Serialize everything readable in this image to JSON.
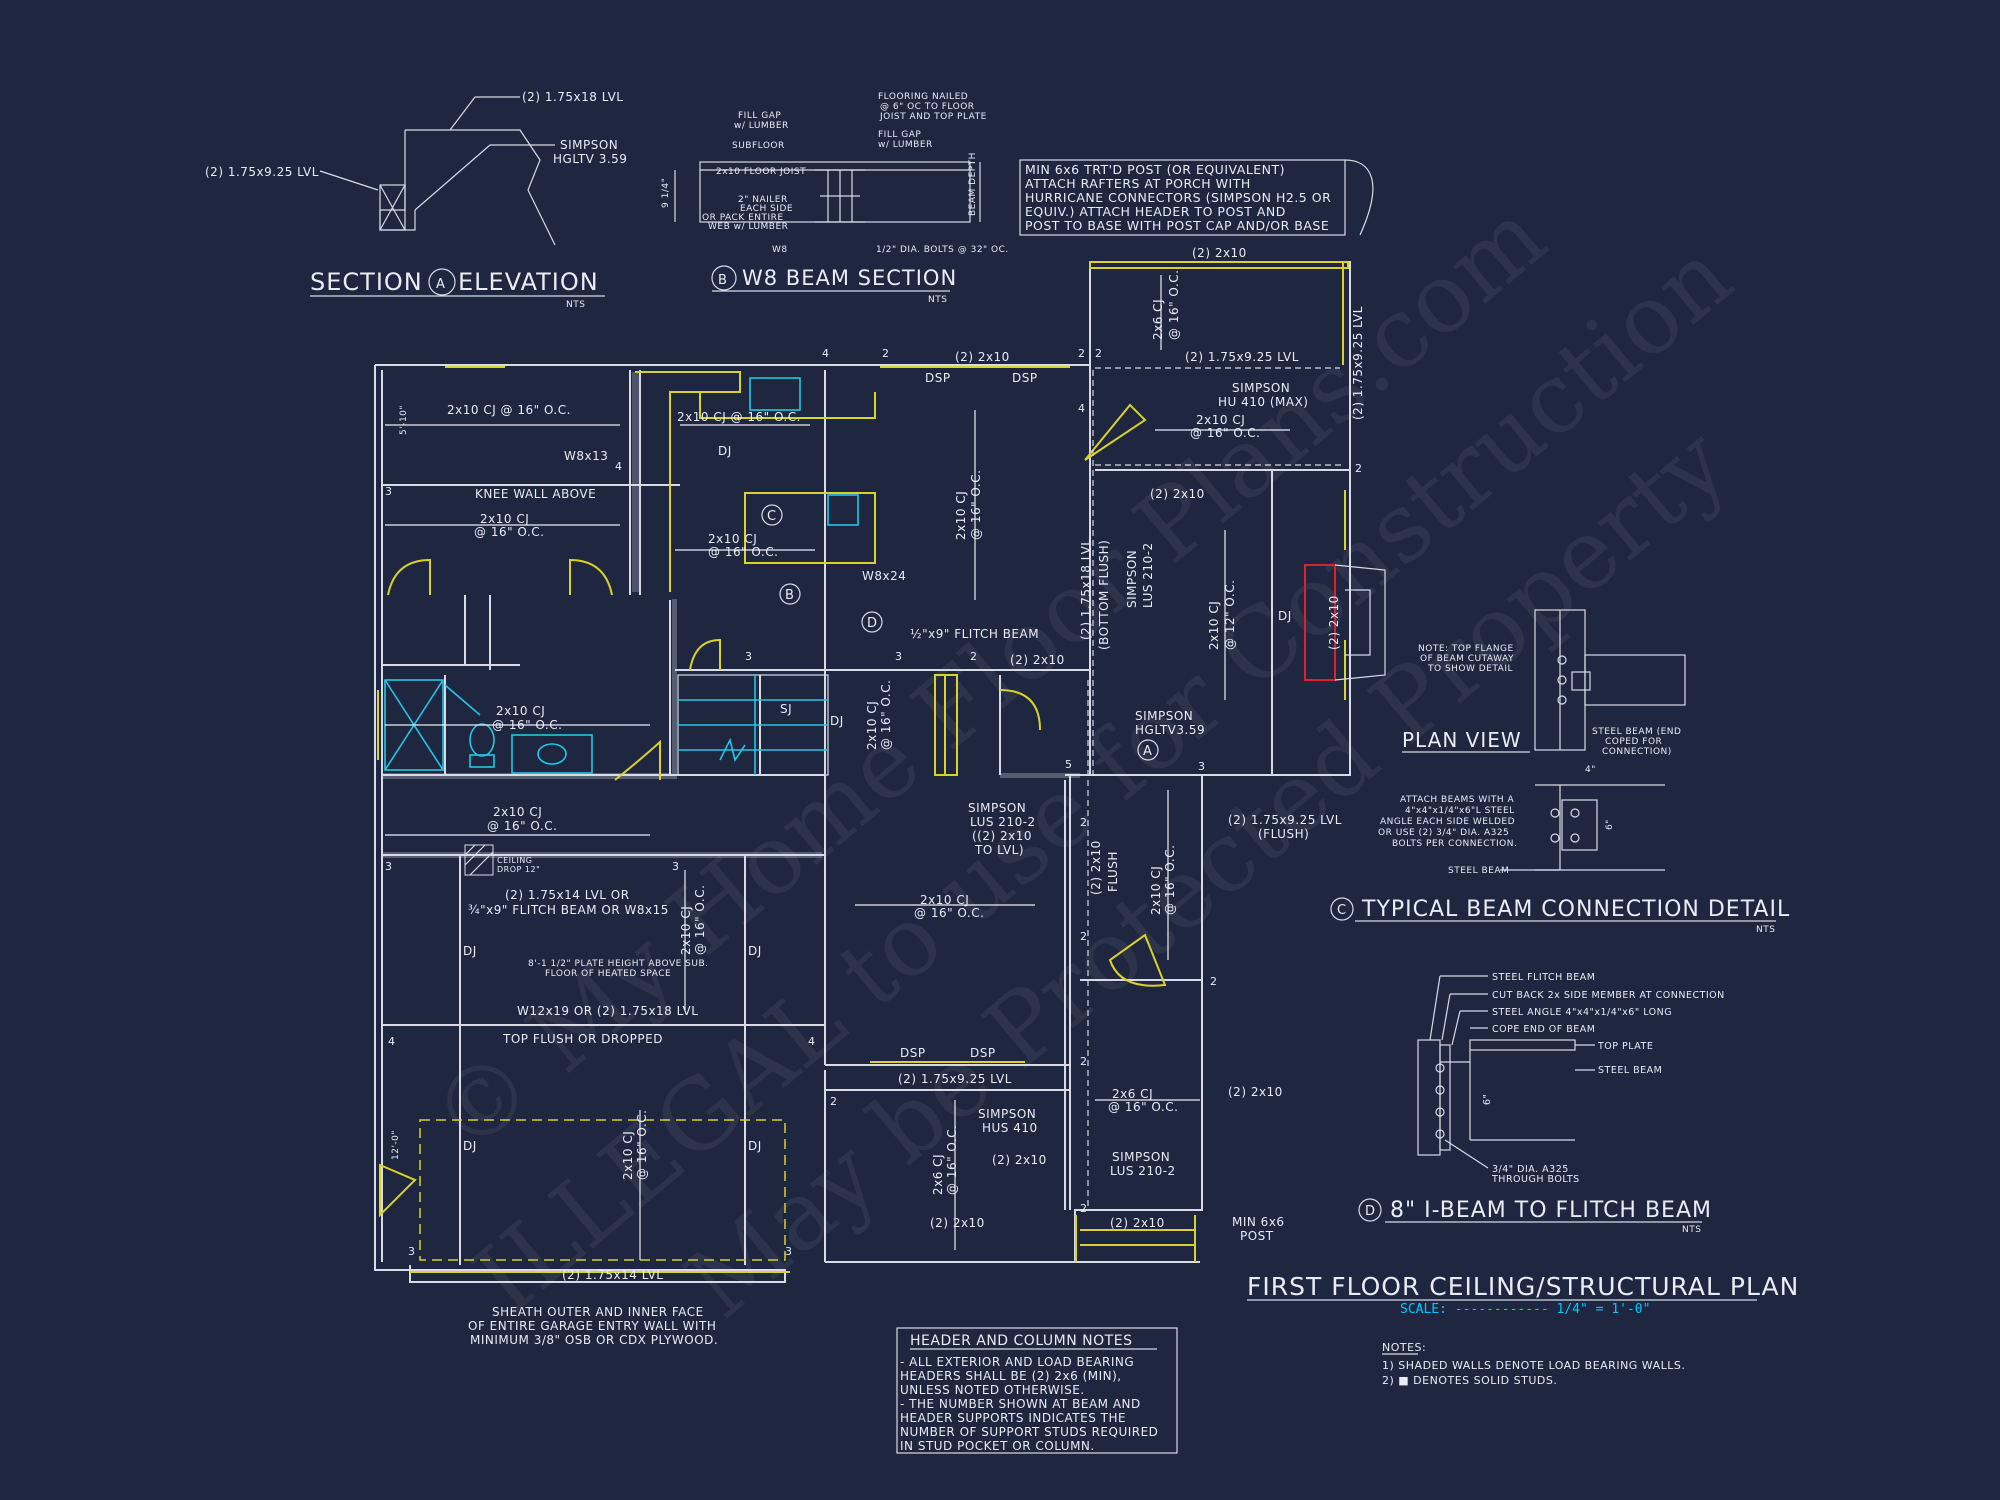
{
  "watermark": [
    "© My Home Floor Plans.com",
    "ILLEGAL to use for Construction",
    "May be Protected Property"
  ],
  "titles": {
    "section_a": "SECTION",
    "section_a_letter": "A",
    "section_a_rest": "ELEVATION",
    "section_a_nts": "NTS",
    "w8_letter": "B",
    "w8": "W8 BEAM SECTION",
    "w8_nts": "NTS",
    "conn_letter": "C",
    "conn": "TYPICAL BEAM CONNECTION DETAIL",
    "conn_nts": "NTS",
    "flitch_letter": "D",
    "flitch": "8\" I-BEAM TO FLITCH BEAM",
    "flitch_nts": "NTS",
    "plan_view": "PLAN VIEW",
    "main": "FIRST FLOOR CEILING/STRUCTURAL PLAN",
    "scale": "SCALE: ------------ 1/4\" = 1'-0\""
  },
  "section_a_labels": [
    "(2) 1.75x18 LVL",
    "SIMPSON",
    "HGLTV 3.59",
    "(2) 1.75x9.25 LVL"
  ],
  "w8_labels": [
    "FILL GAP",
    "w/ LUMBER",
    "SUBFLOOR",
    "2x10 FLOOR JOIST",
    "FLOORING NAILED",
    "@ 6\" OC TO FLOOR",
    "JOIST AND TOP PLATE",
    "FILL GAP",
    "w/ LUMBER",
    "2\" NAILER",
    "EACH SIDE",
    "OR PACK ENTIRE",
    "WEB w/ LUMBER",
    "W8",
    "1/2\" DIA. BOLTS @ 32\" OC.",
    "9 1/4\"",
    "BEAM DEPTH"
  ],
  "post_note": [
    "MIN 6x6 TRT'D POST (OR EQUIVALENT)",
    "ATTACH RAFTERS AT PORCH WITH",
    "HURRICANE CONNECTORS (SIMPSON H2.5 OR",
    "EQUIV.) ATTACH HEADER TO POST AND",
    "POST TO BASE WITH POST CAP AND/OR BASE"
  ],
  "plan_labels": {
    "porch_top": "(2) 2x10",
    "lvl_porch": "(2) 1.75x9.25 LVL",
    "lvl_porch_v": "(2) 1.75x9.25 LVL",
    "porch_cj": "2x6 CJ",
    "porch_cj2": "@ 16\" O.C.",
    "simpson_hu": "SIMPSON",
    "simpson_hu2": "HU 410 (MAX)",
    "cj_a": "2x10 CJ @ 16\" O.C.",
    "cj_b": "2x10 CJ @ 16\" O.C.",
    "cj_c": "2x10 CJ",
    "cj_c2": "@ 16\" O.C.",
    "cj_d": "2x10 CJ",
    "cj_d2": "@ 16\" O.C.",
    "cj_e": "2x10 CJ",
    "cj_e2": "@ 16\" O.C.",
    "cj_f": "2x10 CJ",
    "cj_f2": "@ 16\" O.C.",
    "cj_g": "2x10 CJ",
    "cj_g2": "@ 16\" O.C.",
    "cj_h": "2x10 CJ",
    "cj_h2": "@ 12\" O.C.",
    "cj_i": "2x10 CJ",
    "cj_i2": "@ 16\" O.C.",
    "cj_j": "2x10 CJ",
    "cj_j2": "@ 16\" O.C.",
    "cj_k": "2x10 CJ",
    "cj_k2": "@ 16\" O.C.",
    "cj_l": "2x6 CJ",
    "cj_l2": "@ 16\" O.C.",
    "cj_m": "2x6 CJ",
    "cj_m2": "@ 16\" O.C.",
    "cj_n": "2x10 CJ",
    "cj_n2": "@ 16\" O.C.",
    "w8x13": "W8x13",
    "knee": "KNEE WALL ABOVE",
    "w8x24": "W8x24",
    "flitch": "½\"x9\" FLITCH BEAM",
    "top_2x10": "(2) 2x10",
    "dsp": "DSP",
    "dj": "DJ",
    "sj": "SJ",
    "mid_2x10": "(2) 2x10",
    "mid_2x10b": "(2) 2x10",
    "lvl18": "(2) 1.75x18 LVL",
    "bottom_flush": "(BOTTOM FLUSH)",
    "simpson_lus": "SIMPSON",
    "simpson_lus2": "LUS 210-2",
    "simpson_hgl": "SIMPSON",
    "simpson_hgl2": "HGLTV3.59",
    "lvl_flush": "(2) 1.75x9.25 LVL",
    "lvl_flush2": "(FLUSH)",
    "simpson_lus_b": "SIMPSON",
    "simpson_lus_b2": "LUS 210-2",
    "simpson_lus_b3": "((2) 2x10",
    "simpson_lus_b4": "TO LVL)",
    "flush_2x10": "(2) 2x10",
    "flush": "FLUSH",
    "lvl14": "(2) 1.75x14 LVL OR",
    "lvl14b": "¾\"x9\" FLITCH BEAM OR W8x15",
    "plate": "8'-1 1/2\" PLATE HEIGHT ABOVE SUB.",
    "plate2": "FLOOR OF HEATED SPACE",
    "ceiling_drop": "CEILING",
    "ceiling_drop2": "DROP 12\"",
    "w12": "W12x19 OR (2) 1.75x18 LVL",
    "top_flush": "TOP FLUSH OR DROPPED",
    "lvl925": "(2) 1.75x9.25 LVL",
    "simpson_hus": "SIMPSON",
    "simpson_hus2": "HUS 410",
    "b2x10": "(2) 2x10",
    "simpson_lus_c": "SIMPSON",
    "simpson_lus_c2": "LUS 210-2",
    "b2x10b": "(2) 2x10",
    "b2x10c": "(2) 2x10",
    "r2x10": "(2) 2x10",
    "min_post": "MIN 6x6",
    "min_post2": "POST",
    "garage_lvl": "(2) 1.75x14 LVL",
    "fp_2x10": "(2) 2x10",
    "sheath": [
      "SHEATH OUTER AND INNER FACE",
      "OF ENTIRE GARAGE ENTRY WALL WITH",
      "MINIMUM 3/8\" OSB OR CDX PLYWOOD."
    ],
    "num_2": "2",
    "num_3": "3",
    "num_4": "4",
    "num_5": "5",
    "b_circle": "B",
    "c_circle": "C",
    "d_circle": "D",
    "a_circle": "A",
    "dim_510": "5'-10\"",
    "dim_120": "12'-0\""
  },
  "conn_labels": {
    "note": [
      "NOTE: TOP FLANGE",
      "OF BEAM CUTAWAY",
      "TO SHOW DETAIL"
    ],
    "steel_end": [
      "STEEL BEAM (END",
      "COPED FOR",
      "CONNECTION)"
    ],
    "attach": [
      "ATTACH BEAMS WITH A",
      "4\"x4\"x1/4\"x6\"L STEEL",
      "ANGLE EACH SIDE WELDED",
      "OR USE (2) 3/4\" DIA. A325",
      "BOLTS PER CONNECTION."
    ],
    "steel_beam": "STEEL BEAM",
    "dim4": "4\"",
    "dim6": "6\""
  },
  "flitch_labels": [
    "STEEL FLITCH BEAM",
    "CUT BACK 2x  SIDE MEMBER AT CONNECTION",
    "STEEL ANGLE 4\"x4\"x1/4\"x6\" LONG",
    "COPE END OF BEAM",
    "TOP PLATE",
    "STEEL BEAM",
    "3/4\" DIA. A325",
    "THROUGH BOLTS",
    "6\""
  ],
  "header_notes": {
    "title": "HEADER AND COLUMN NOTES",
    "lines": [
      "- ALL EXTERIOR AND LOAD BEARING",
      "HEADERS SHALL BE (2) 2x6 (MIN),",
      "UNLESS NOTED OTHERWISE.",
      "- THE NUMBER SHOWN AT BEAM AND",
      "HEADER SUPPORTS INDICATES THE",
      "NUMBER OF SUPPORT STUDS REQUIRED",
      "IN STUD POCKET OR COLUMN."
    ]
  },
  "notes": {
    "title": "NOTES:",
    "lines": [
      "1) SHADED WALLS DENOTE LOAD BEARING WALLS.",
      "2) ■  DENOTES SOLID STUDS."
    ]
  },
  "colors": {
    "background": "#1f2640",
    "line": "#d8dbe6",
    "yellow": "#d8d22a",
    "cyan": "#22c7e6",
    "red": "#e0202a"
  }
}
